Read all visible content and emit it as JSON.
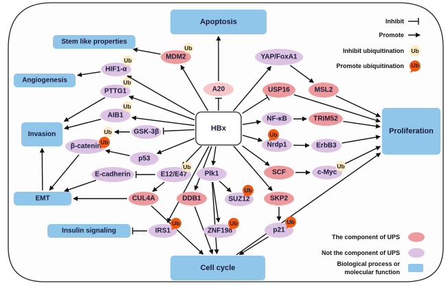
{
  "colors": {
    "ups_component": "#ee9a9c",
    "ups_component_light": "#f6c6c9",
    "non_ups": "#dcc3e3",
    "process": "#8fc6ea",
    "ub_inhibit": "#fcecc3",
    "ub_promote": "#ee5a12",
    "frame": "#222222",
    "background": "#fdfdfd"
  },
  "center": {
    "label": "HBx"
  },
  "processes": [
    {
      "id": "apoptosis",
      "label": "Apoptosis"
    },
    {
      "id": "stem",
      "label": "Stem like properties"
    },
    {
      "id": "angio",
      "label": "Angiogenesis"
    },
    {
      "id": "invasion",
      "label": "Invasion"
    },
    {
      "id": "emt",
      "label": "EMT"
    },
    {
      "id": "insulin",
      "label": "Insulin signaling"
    },
    {
      "id": "cellcycle",
      "label": "Cell cycle"
    },
    {
      "id": "prolif",
      "label": "Proliferation"
    }
  ],
  "nodes": [
    {
      "id": "mdm2",
      "label": "MDM2",
      "type": "ups",
      "ub": "inhibit"
    },
    {
      "id": "hif1a",
      "label": "HIF1-α",
      "type": "non_ups",
      "ub": "inhibit"
    },
    {
      "id": "pttg1",
      "label": "PTTG1",
      "type": "non_ups",
      "ub": "inhibit"
    },
    {
      "id": "aib1",
      "label": "AIB1",
      "type": "non_ups",
      "ub": "inhibit"
    },
    {
      "id": "gsk3b",
      "label": "GSK-3β",
      "type": "non_ups",
      "ub": ""
    },
    {
      "id": "bcat",
      "label": "β-catenin",
      "type": "non_ups",
      "ub": "promote"
    },
    {
      "id": "p53",
      "label": "p53",
      "type": "non_ups",
      "ub": ""
    },
    {
      "id": "ecad",
      "label": "E-cadherin",
      "type": "non_ups",
      "ub": ""
    },
    {
      "id": "e12",
      "label": "E12/E47",
      "type": "non_ups",
      "ub": "inhibit"
    },
    {
      "id": "cul4a",
      "label": "CUL4A",
      "type": "ups",
      "ub": ""
    },
    {
      "id": "ddb1",
      "label": "DDB1",
      "type": "ups",
      "ub": ""
    },
    {
      "id": "irs1",
      "label": "IRS1",
      "type": "non_ups",
      "ub": "promote"
    },
    {
      "id": "plk1",
      "label": "Plk1",
      "type": "non_ups",
      "ub": ""
    },
    {
      "id": "suz12",
      "label": "SUZ12",
      "type": "non_ups",
      "ub": "promote"
    },
    {
      "id": "znf198",
      "label": "ZNF198",
      "type": "non_ups",
      "ub": "promote"
    },
    {
      "id": "skp2",
      "label": "SKP2",
      "type": "ups",
      "ub": ""
    },
    {
      "id": "p21",
      "label": "p21",
      "type": "non_ups",
      "ub": "promote"
    },
    {
      "id": "a20",
      "label": "A20",
      "type": "ups_light",
      "ub": ""
    },
    {
      "id": "yap",
      "label": "YAP/FoxA1",
      "type": "non_ups",
      "ub": ""
    },
    {
      "id": "usp16",
      "label": "USP16",
      "type": "ups",
      "ub": ""
    },
    {
      "id": "msl2",
      "label": "MSL2",
      "type": "ups",
      "ub": ""
    },
    {
      "id": "nfkb",
      "label": "NF-κB",
      "type": "non_ups",
      "ub": ""
    },
    {
      "id": "trim52",
      "label": "TRIM52",
      "type": "ups",
      "ub": ""
    },
    {
      "id": "nrdp1",
      "label": "Nrdp1",
      "type": "non_ups",
      "ub": "promote"
    },
    {
      "id": "erbb3",
      "label": "ErbB3",
      "type": "non_ups",
      "ub": ""
    },
    {
      "id": "scf",
      "label": "SCF",
      "type": "ups",
      "ub": ""
    },
    {
      "id": "cmyc",
      "label": "c-Myc",
      "type": "non_ups",
      "ub": "inhibit"
    }
  ],
  "edges": [
    {
      "from": "hbx",
      "to": "mdm2",
      "kind": "promote"
    },
    {
      "from": "hbx",
      "to": "hif1a",
      "kind": "promote"
    },
    {
      "from": "hbx",
      "to": "pttg1",
      "kind": "promote"
    },
    {
      "from": "hbx",
      "to": "aib1",
      "kind": "promote"
    },
    {
      "from": "hbx",
      "to": "gsk3b",
      "kind": "inhibit"
    },
    {
      "from": "hbx",
      "to": "p53",
      "kind": "promote"
    },
    {
      "from": "hbx",
      "to": "e12",
      "kind": "promote"
    },
    {
      "from": "hbx",
      "to": "irs1",
      "kind": "promote"
    },
    {
      "from": "hbx",
      "to": "ddb1",
      "kind": "promote"
    },
    {
      "from": "hbx",
      "to": "plk1",
      "kind": "promote"
    },
    {
      "from": "hbx",
      "to": "skp2",
      "kind": "promote"
    },
    {
      "from": "hbx",
      "to": "scf",
      "kind": "promote"
    },
    {
      "from": "hbx",
      "to": "nrdp1",
      "kind": "promote"
    },
    {
      "from": "hbx",
      "to": "nfkb",
      "kind": "promote"
    },
    {
      "from": "hbx",
      "to": "usp16",
      "kind": "inhibit"
    },
    {
      "from": "hbx",
      "to": "yap",
      "kind": "promote"
    },
    {
      "from": "hbx",
      "to": "a20",
      "kind": "inhibit"
    },
    {
      "from": "a20",
      "to": "apoptosis",
      "kind": "promote"
    },
    {
      "from": "mdm2",
      "to": "stem",
      "kind": "promote"
    },
    {
      "from": "hif1a",
      "to": "angio",
      "kind": "promote"
    },
    {
      "from": "pttg1",
      "to": "invasion",
      "kind": "promote"
    },
    {
      "from": "aib1",
      "to": "invasion",
      "kind": "promote"
    },
    {
      "from": "gsk3b",
      "to": "ub_gsk",
      "kind": "promote"
    },
    {
      "from": "p53",
      "to": "bcat",
      "kind": "promote"
    },
    {
      "from": "bcat",
      "to": "emt",
      "kind": "promote"
    },
    {
      "from": "e12",
      "to": "ecad",
      "kind": "inhibit"
    },
    {
      "from": "ecad",
      "to": "emt",
      "kind": "promote"
    },
    {
      "from": "e12",
      "to": "cul4a",
      "kind": "promote"
    },
    {
      "from": "cul4a",
      "to": "emt",
      "kind": "promote"
    },
    {
      "from": "emt",
      "to": "invasion",
      "kind": "promote"
    },
    {
      "from": "cul4a",
      "to": "cellcycle",
      "kind": "promote"
    },
    {
      "from": "irs1",
      "to": "insulin",
      "kind": "inhibit"
    },
    {
      "from": "ddb1",
      "to": "cellcycle",
      "kind": "promote"
    },
    {
      "from": "plk1",
      "to": "cellcycle",
      "kind": "promote"
    },
    {
      "from": "plk1",
      "to": "znf198",
      "kind": "promote"
    },
    {
      "from": "plk1",
      "to": "suz12",
      "kind": "promote"
    },
    {
      "from": "skp2",
      "to": "p21",
      "kind": "promote"
    },
    {
      "from": "p21",
      "to": "cellcycle",
      "kind": "promote"
    },
    {
      "from": "cellcycle",
      "to": "prolif",
      "kind": "promote"
    },
    {
      "from": "yap",
      "to": "msl2",
      "kind": "promote"
    },
    {
      "from": "msl2",
      "to": "prolif",
      "kind": "promote"
    },
    {
      "from": "usp16",
      "to": "prolif",
      "kind": "promote"
    },
    {
      "from": "nfkb",
      "to": "trim52",
      "kind": "promote"
    },
    {
      "from": "trim52",
      "to": "prolif",
      "kind": "promote"
    },
    {
      "from": "nrdp1",
      "to": "erbb3",
      "kind": "promote"
    },
    {
      "from": "erbb3",
      "to": "prolif",
      "kind": "promote"
    },
    {
      "from": "scf",
      "to": "cmyc",
      "kind": "promote"
    },
    {
      "from": "cmyc",
      "to": "prolif",
      "kind": "promote"
    }
  ],
  "ub_label": "Ub",
  "legend": {
    "inhibit": "Inhibit",
    "promote": "Promote",
    "inhibit_ub": "Inhibit ubiquitination",
    "promote_ub": "Promote ubiquitination",
    "ups": "The component of UPS",
    "non_ups": "Not the component of UPS",
    "process_line1": "Biological process or",
    "process_line2": "molecular function"
  }
}
